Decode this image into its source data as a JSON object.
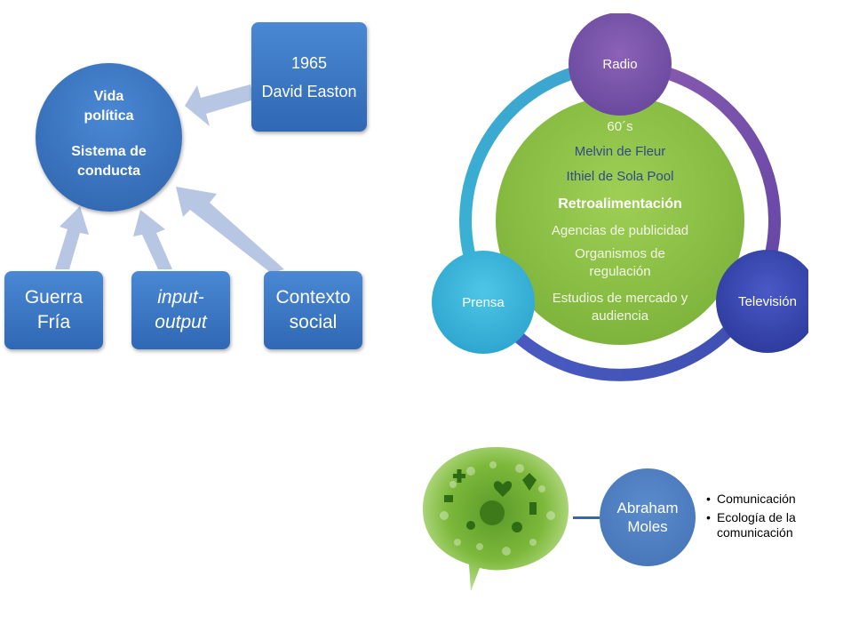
{
  "easton": {
    "center_title": "Vida política",
    "center_subtitle": "Sistema de conducta",
    "author_box": {
      "year": "1965",
      "name": "David Easton"
    },
    "inputs": [
      {
        "text": "Guerra Fría"
      },
      {
        "text": "input-output"
      },
      {
        "text": "Contexto social"
      }
    ]
  },
  "cycle": {
    "nodes": [
      "Radio",
      "Televisión",
      "Prensa"
    ],
    "center_lines": [
      {
        "text": "60´s",
        "style": "light"
      },
      {
        "text": "Melvin de Fleur",
        "style": "dark"
      },
      {
        "text": "Ithiel de Sola Pool",
        "style": "dark"
      },
      {
        "text": "Retroalimentación",
        "style": "bold"
      },
      {
        "text": "Agencias de publicidad",
        "style": "light"
      },
      {
        "text": "Organismos de regulación",
        "style": "light"
      },
      {
        "text": "Estudios de mercado y audiencia",
        "style": "light"
      }
    ]
  },
  "moles": {
    "name": "Abraham Moles",
    "bullets": [
      "Comunicación",
      "Ecología de la comunicación"
    ],
    "colors": {
      "circle": "#4f7fbf",
      "bubble": "#8bc34a"
    }
  }
}
